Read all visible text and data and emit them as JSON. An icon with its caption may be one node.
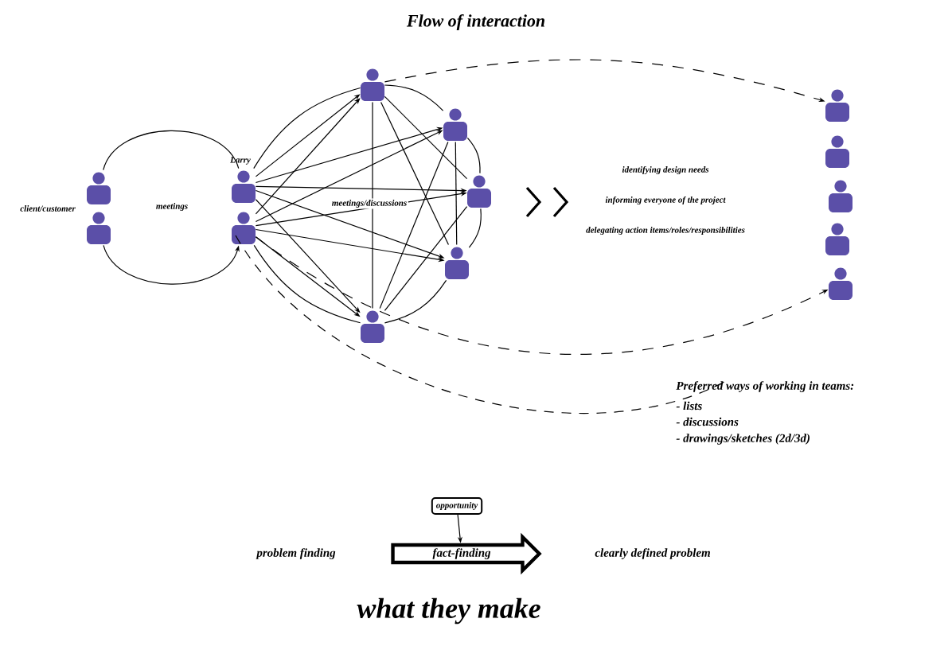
{
  "diagram": {
    "title": "Flow of interaction",
    "caption": "what they make",
    "nodes": [
      {
        "text": [],
        "shape": "person"
      },
      {
        "text": [],
        "shape": "person"
      },
      {
        "text": [],
        "shape": "person",
        "beside": [
          "Larry"
        ]
      },
      {
        "text": [],
        "shape": "person"
      },
      {
        "text": [],
        "shape": "person"
      },
      {
        "text": [],
        "shape": "person"
      },
      {
        "text": [],
        "shape": "person"
      },
      {
        "text": [],
        "shape": "person"
      },
      {
        "text": [],
        "shape": "person"
      },
      {
        "text": [],
        "shape": "person"
      },
      {
        "text": [],
        "shape": "person"
      },
      {
        "text": [],
        "shape": "person"
      },
      {
        "text": [],
        "shape": "person"
      },
      {
        "text": [],
        "shape": "person"
      },
      {
        "text": [
          "opportunity"
        ]
      },
      {
        "text": [
          "problem finding"
        ]
      },
      {
        "text": [
          "fact-finding"
        ]
      },
      {
        "text": [
          "clearly defined problem"
        ]
      }
    ],
    "edges": [
      {
        "from": 0,
        "to": 2,
        "arrow": "none"
      },
      {
        "from": 1,
        "to": 3,
        "arrow": "to"
      },
      {
        "from": 2,
        "to": 4,
        "arrow": "none"
      },
      {
        "from": 4,
        "to": 5,
        "arrow": "none"
      },
      {
        "from": 5,
        "to": 6,
        "arrow": "none"
      },
      {
        "from": 6,
        "to": 7,
        "arrow": "none"
      },
      {
        "from": 7,
        "to": 8,
        "arrow": "none"
      },
      {
        "from": 8,
        "to": 3,
        "arrow": "none"
      },
      {
        "from": 2,
        "to": 4,
        "arrow": "to"
      },
      {
        "from": 2,
        "to": 5,
        "arrow": "to"
      },
      {
        "from": 2,
        "to": 6,
        "arrow": "to",
        "label": "meetings/discussions"
      },
      {
        "from": 2,
        "to": 7,
        "arrow": "to"
      },
      {
        "from": 2,
        "to": 8,
        "arrow": "to"
      },
      {
        "from": 3,
        "to": 4,
        "arrow": "to"
      },
      {
        "from": 3,
        "to": 5,
        "arrow": "to"
      },
      {
        "from": 3,
        "to": 6,
        "arrow": "to"
      },
      {
        "from": 3,
        "to": 7,
        "arrow": "to"
      },
      {
        "from": 3,
        "to": 8,
        "arrow": "to"
      },
      {
        "from": 4,
        "to": 6,
        "arrow": "none"
      },
      {
        "from": 4,
        "to": 7,
        "arrow": "none"
      },
      {
        "from": 4,
        "to": 8,
        "arrow": "none"
      },
      {
        "from": 5,
        "to": 7,
        "arrow": "none"
      },
      {
        "from": 5,
        "to": 8,
        "arrow": "none"
      },
      {
        "from": 6,
        "to": 8,
        "arrow": "none"
      },
      {
        "from": 4,
        "to": 9,
        "arrow": "to",
        "style": "dashed"
      },
      {
        "from": 3,
        "to": 13,
        "arrow": "to",
        "style": "dashed"
      },
      {
        "from": 14,
        "to": 16,
        "arrow": "to"
      }
    ],
    "labels": [
      "client/customer",
      "meetings",
      "identifying design needs",
      "informing everyone of the project",
      "delegating action items/roles/responsibilities",
      "Preferred ways of working in teams:",
      "- lists",
      "- discussions",
      "- drawings/sketches (2d/3d)"
    ]
  }
}
